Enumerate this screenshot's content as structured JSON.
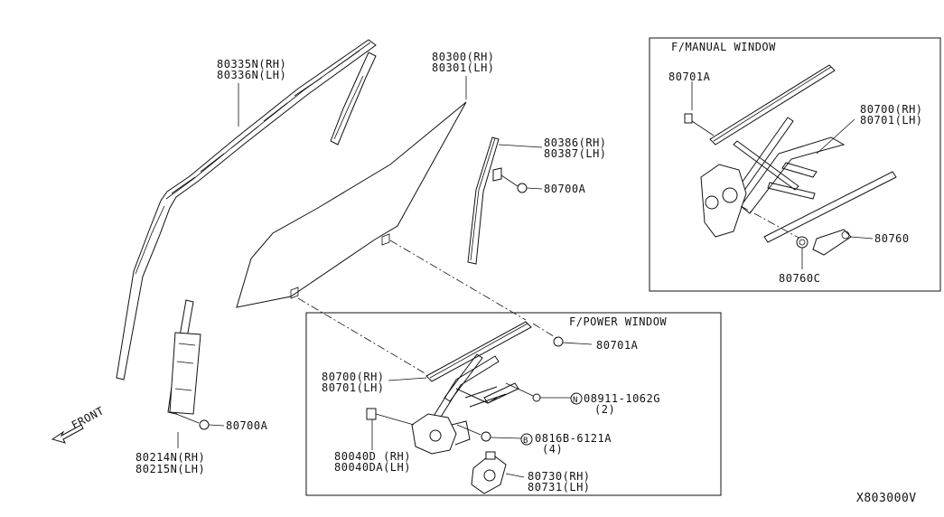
{
  "diagram_id": "X803000V",
  "front_label": "FRONT",
  "boxes": {
    "manual": {
      "title": "F/MANUAL WINDOW"
    },
    "power": {
      "title": "F/POWER WINDOW"
    }
  },
  "labels": {
    "p80335": [
      "80335N(RH)",
      "80336N(LH)"
    ],
    "p80300": [
      "80300(RH)",
      "80301(LH)"
    ],
    "p80386": [
      "80386(RH)",
      "80387(LH)"
    ],
    "p80700A_r": "80700A",
    "p80700A_l": "80700A",
    "p80214": [
      "80214N(RH)",
      "80215N(LH)"
    ],
    "m80701A": "80701A",
    "m80700": [
      "80700(RH)",
      "80701(LH)"
    ],
    "m80760": "80760",
    "m80760C": "80760C",
    "w80701A": "80701A",
    "w80700": [
      "80700(RH)",
      "80701(LH)"
    ],
    "w08911": {
      "symbol": "N",
      "part": "08911-1062G",
      "qty": "(2)"
    },
    "w0816B": {
      "symbol": "B",
      "part": "0816B-6121A",
      "qty": "(4)"
    },
    "w80040": [
      "80040D (RH)",
      "80040DA(LH)"
    ],
    "w80730": [
      "80730(RH)",
      "80731(LH)"
    ]
  }
}
